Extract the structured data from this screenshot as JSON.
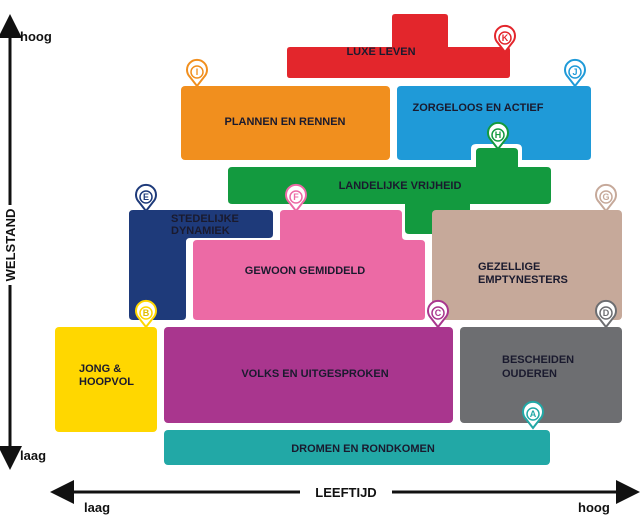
{
  "axes": {
    "y_title": "WELSTAND",
    "y_high": "hoog",
    "y_low": "laag",
    "x_title": "LEEFTIJD",
    "x_low": "laag",
    "x_high": "hoog"
  },
  "segments": {
    "k": {
      "label": "LUXE LEVEN",
      "pin": "K",
      "color": "#e3262c"
    },
    "i": {
      "label": "PLANNEN EN RENNEN",
      "pin": "I",
      "color": "#f18f1e"
    },
    "j": {
      "label": "ZORGELOOS EN ACTIEF",
      "pin": "J",
      "color": "#1f9ad8"
    },
    "h": {
      "label": "LANDELIJKE VRIJHEID",
      "pin": "H",
      "color": "#139a3f"
    },
    "e": {
      "label_1": "STEDELIJKE",
      "label_2": "DYNAMIEK",
      "pin": "E",
      "color": "#1e3a7a"
    },
    "f": {
      "label": "GEWOON GEMIDDELD",
      "pin": "F",
      "color": "#ec6aa5"
    },
    "g": {
      "label_1": "GEZELLIGE",
      "label_2": "EMPTYNESTERS",
      "pin": "G",
      "color": "#c6a99a"
    },
    "b": {
      "label_1": "JONG &",
      "label_2": "HOOPVOL",
      "pin": "B",
      "color": "#ffd700"
    },
    "c": {
      "label": "VOLKS EN UITGESPROKEN",
      "pin": "C",
      "color": "#a9368e"
    },
    "d": {
      "label_1": "BESCHEIDEN",
      "label_2": "OUDEREN",
      "pin": "D",
      "color": "#6d6e71"
    },
    "a": {
      "label": "DROMEN EN RONDKOMEN",
      "pin": "A",
      "color": "#22a8a6"
    }
  }
}
